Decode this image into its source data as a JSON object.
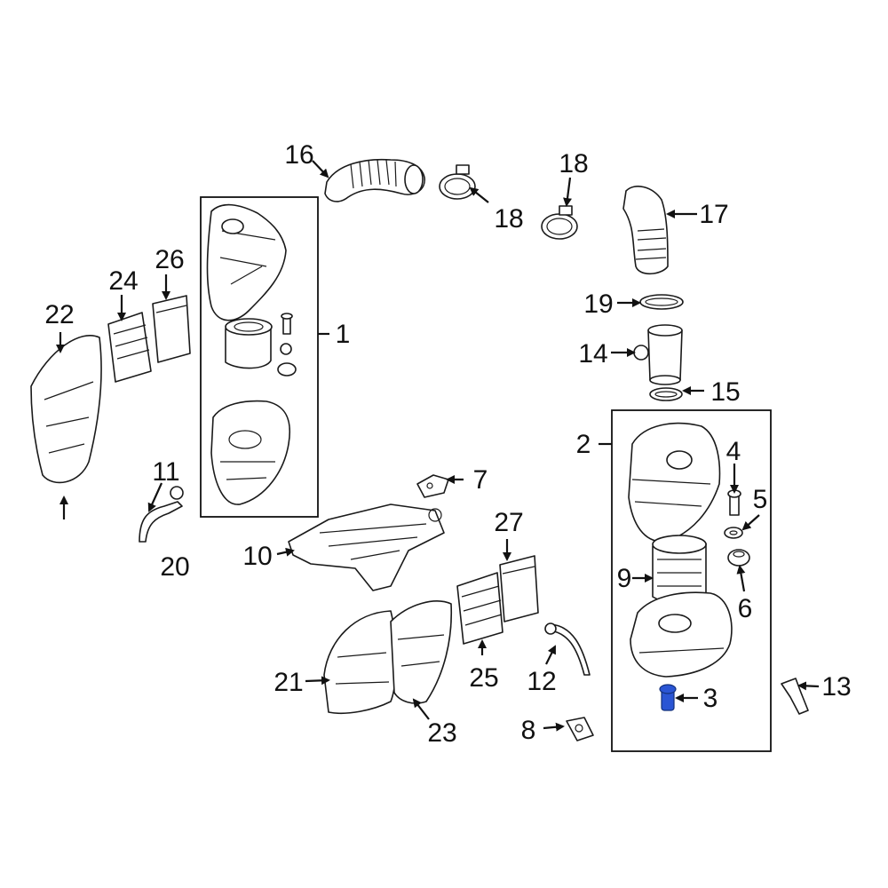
{
  "diagram": {
    "callouts": [
      "1",
      "2",
      "3",
      "4",
      "5",
      "6",
      "7",
      "8",
      "9",
      "10",
      "11",
      "12",
      "13",
      "14",
      "15",
      "16",
      "17",
      "18",
      "18",
      "19",
      "20",
      "21",
      "22",
      "23",
      "24",
      "25",
      "26",
      "27"
    ],
    "highlight_color": "#2a55d4",
    "highlighted_part": "3"
  }
}
